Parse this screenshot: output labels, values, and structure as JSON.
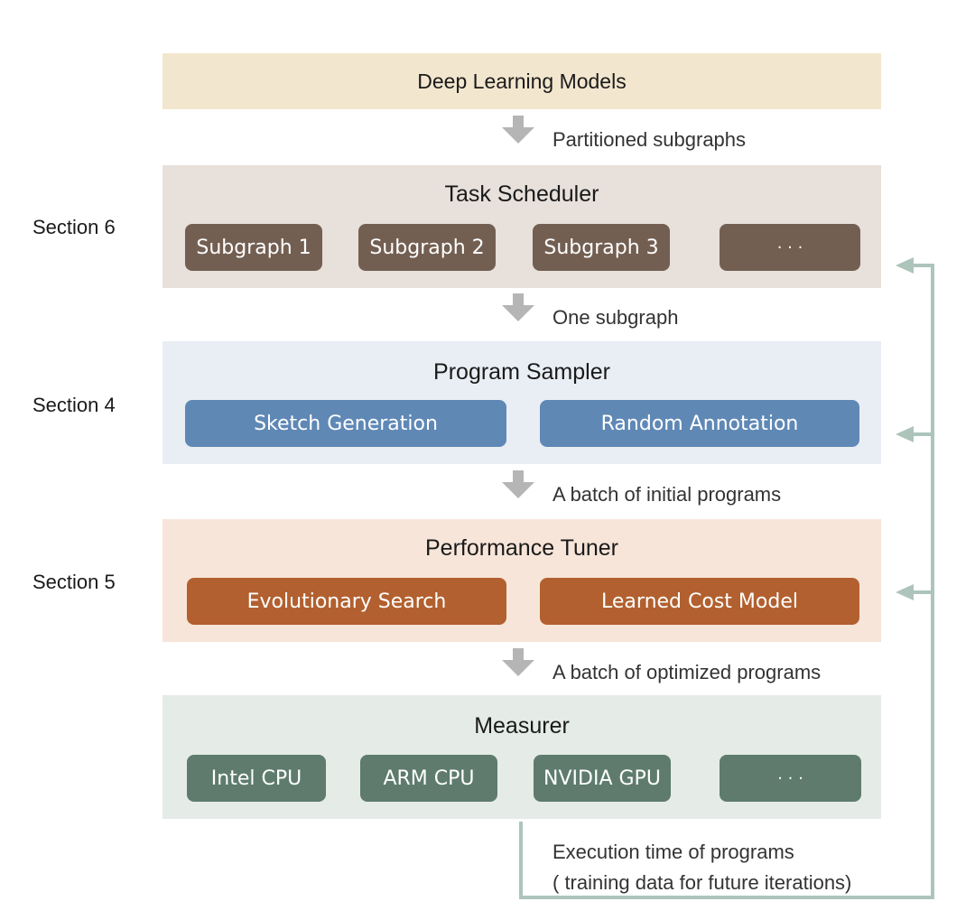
{
  "diagram": {
    "top_box": "Deep Learning Models",
    "flow_labels": [
      "Partitioned subgraphs",
      "One subgraph",
      "A batch of initial programs",
      "A batch of optimized programs"
    ],
    "sections": {
      "task_scheduler": {
        "label": "Section 6",
        "title": "Task Scheduler",
        "items": [
          "Subgraph 1",
          "Subgraph 2",
          "Subgraph 3",
          "· · ·"
        ]
      },
      "program_sampler": {
        "label": "Section 4",
        "title": "Program Sampler",
        "items": [
          "Sketch Generation",
          "Random Annotation"
        ]
      },
      "performance_tuner": {
        "label": "Section 5",
        "title": "Performance Tuner",
        "items": [
          "Evolutionary Search",
          "Learned Cost Model"
        ]
      },
      "measurer": {
        "title": "Measurer",
        "items": [
          "Intel CPU",
          "ARM CPU",
          "NVIDIA GPU",
          "· · ·"
        ]
      }
    },
    "feedback_label": {
      "line1": "Execution time of programs",
      "line2": "( training data for future iterations)"
    }
  },
  "colors": {
    "top_box": "#f3e6cf",
    "task_scheduler_bg": "#e7e0db",
    "task_scheduler_chip": "#735f52",
    "program_sampler_bg": "#e9eef4",
    "program_sampler_chip": "#5f88b5",
    "performance_tuner_bg": "#f7e5d9",
    "performance_tuner_chip": "#b2602f",
    "measurer_bg": "#e5ebe7",
    "measurer_chip": "#5e7b6e",
    "flow_arrow": "#b5b5b5",
    "feedback_line": "#adc4bb"
  }
}
